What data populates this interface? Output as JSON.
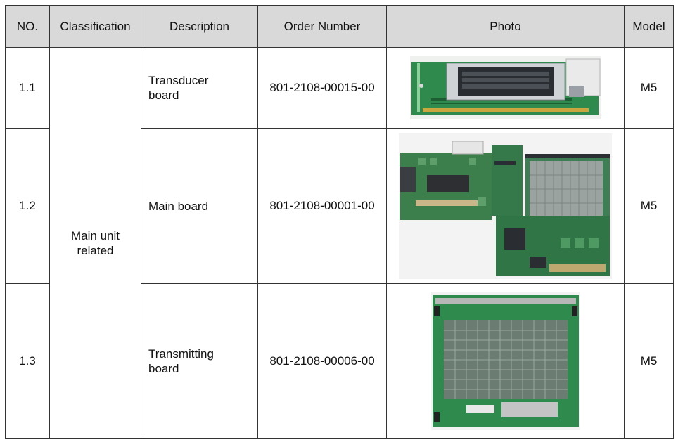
{
  "table": {
    "headers": {
      "no": "NO.",
      "classification": "Classification",
      "description": "Description",
      "order_number": "Order Number",
      "photo": "Photo",
      "model": "Model"
    },
    "classification_group": "Main unit related",
    "rows": [
      {
        "no": "1.1",
        "description": "Transducer board",
        "order_number": "801-2108-00015-00",
        "photo_icon": "transducer-board-photo",
        "model": "M5"
      },
      {
        "no": "1.2",
        "description": "Main board",
        "order_number": "801-2108-00001-00",
        "photo_icon": "main-board-photo",
        "model": "M5"
      },
      {
        "no": "1.3",
        "description": "Transmitting board",
        "order_number": "801-2108-00006-00",
        "photo_icon": "transmitting-board-photo",
        "model": "M5"
      }
    ],
    "colors": {
      "header_bg": "#d9d9d9",
      "pcb_green": "#2e7d4a",
      "border": "#333333"
    }
  }
}
